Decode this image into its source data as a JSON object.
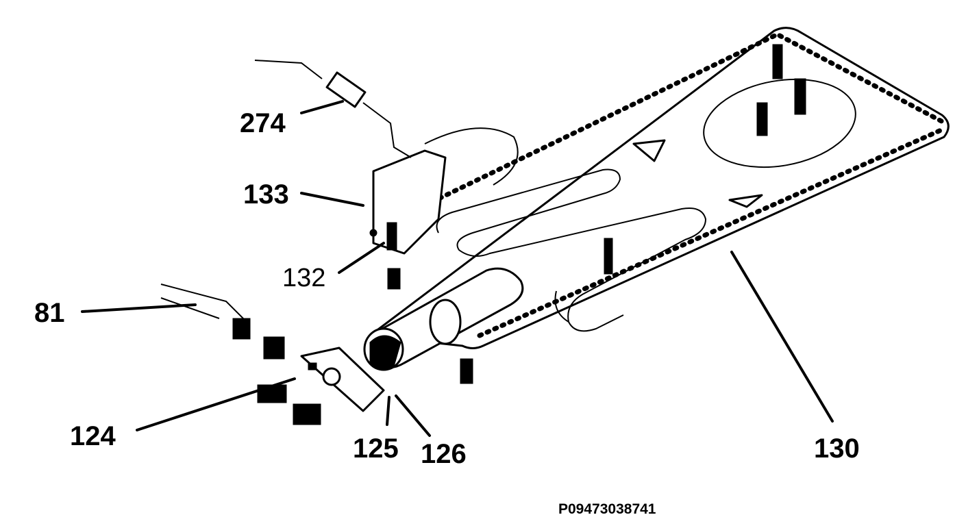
{
  "labels": {
    "l274": "274",
    "l133": "133",
    "l132": "132",
    "l81": "81",
    "l124": "124",
    "l125": "125",
    "l126": "126",
    "l130": "130"
  },
  "drawing_id": "P09473038741"
}
